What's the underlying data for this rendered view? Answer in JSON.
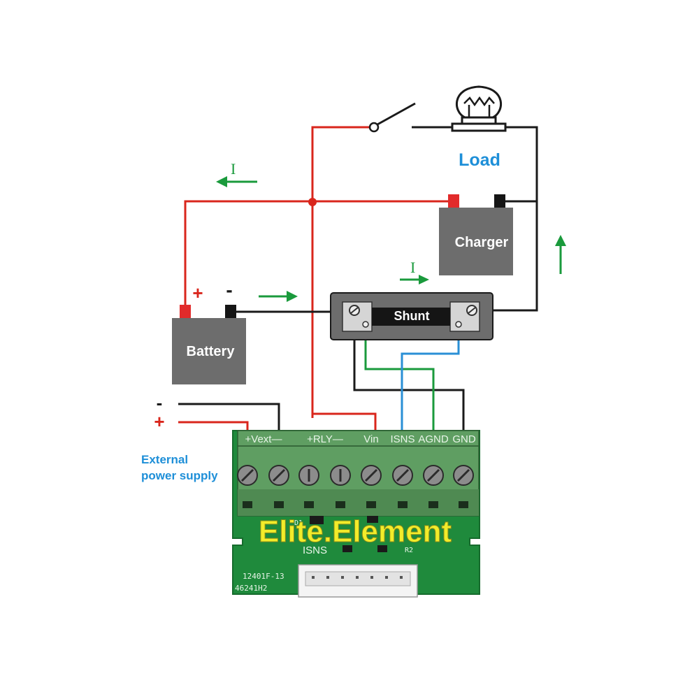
{
  "load": {
    "label": "Load"
  },
  "charger": {
    "label": "Charger"
  },
  "battery": {
    "label": "Battery",
    "plus": "+",
    "minus": "-"
  },
  "shunt": {
    "label": "Shunt"
  },
  "current": {
    "symbol_top": "I",
    "symbol_mid": "I"
  },
  "external_supply": {
    "line1": "External",
    "line2": "power supply",
    "minus": "-",
    "plus": "+"
  },
  "board": {
    "terminal_labels": [
      "+Vext—",
      "+RLY—",
      "Vin",
      "ISNS",
      "AGND",
      "GND"
    ],
    "brand": "Elite.Element",
    "part_number": "12401F-13",
    "serial": "46241H2",
    "isns_label": "ISNS",
    "d1_label": "D1",
    "r2_label": "R2"
  },
  "colors": {
    "red": "#d9261c",
    "black": "#1a1a1a",
    "green": "#1a9a3c",
    "blue": "#2a8fd6",
    "label_blue": "#1e8fd8",
    "pcb": "#1f8a3c",
    "terminal": "#5f9e62",
    "box_gray": "#6d6d6d",
    "brand_yellow": "#f2ec2a"
  }
}
